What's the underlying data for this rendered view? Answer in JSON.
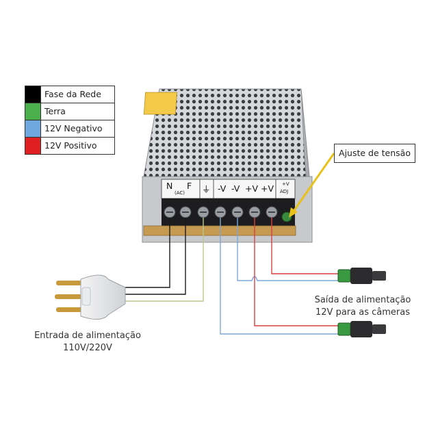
{
  "legend": {
    "items": [
      {
        "label": "Fase da Rede",
        "color": "#000000"
      },
      {
        "label": "Terra",
        "color": "#4cb04a"
      },
      {
        "label": "12V Negativo",
        "color": "#6fa8dc"
      },
      {
        "label": "12V Positivo",
        "color": "#e02020"
      }
    ]
  },
  "callout": {
    "label": "Ajuste de tensão"
  },
  "terminals": {
    "n": "N",
    "f": "F",
    "ac": "(AC)",
    "ground_symbol": "⏚",
    "neg1": "-V",
    "neg2": "-V",
    "pos1": "+V",
    "pos2": "+V",
    "adj_top": "+V",
    "adj_bottom": "ADJ"
  },
  "captions": {
    "input_line1": "Entrada de alimentação",
    "input_line2": "110V/220V",
    "output_line1": "Saída de alimentação",
    "output_line2": "12V para as câmeras"
  },
  "colors": {
    "phase": "#000000",
    "ground": "#b9c98a",
    "negative": "#7aa7d8",
    "positive": "#d94040",
    "callout_arrow": "#e8c21a",
    "case": "#c9cbce",
    "connector_green": "#3a9a42"
  }
}
